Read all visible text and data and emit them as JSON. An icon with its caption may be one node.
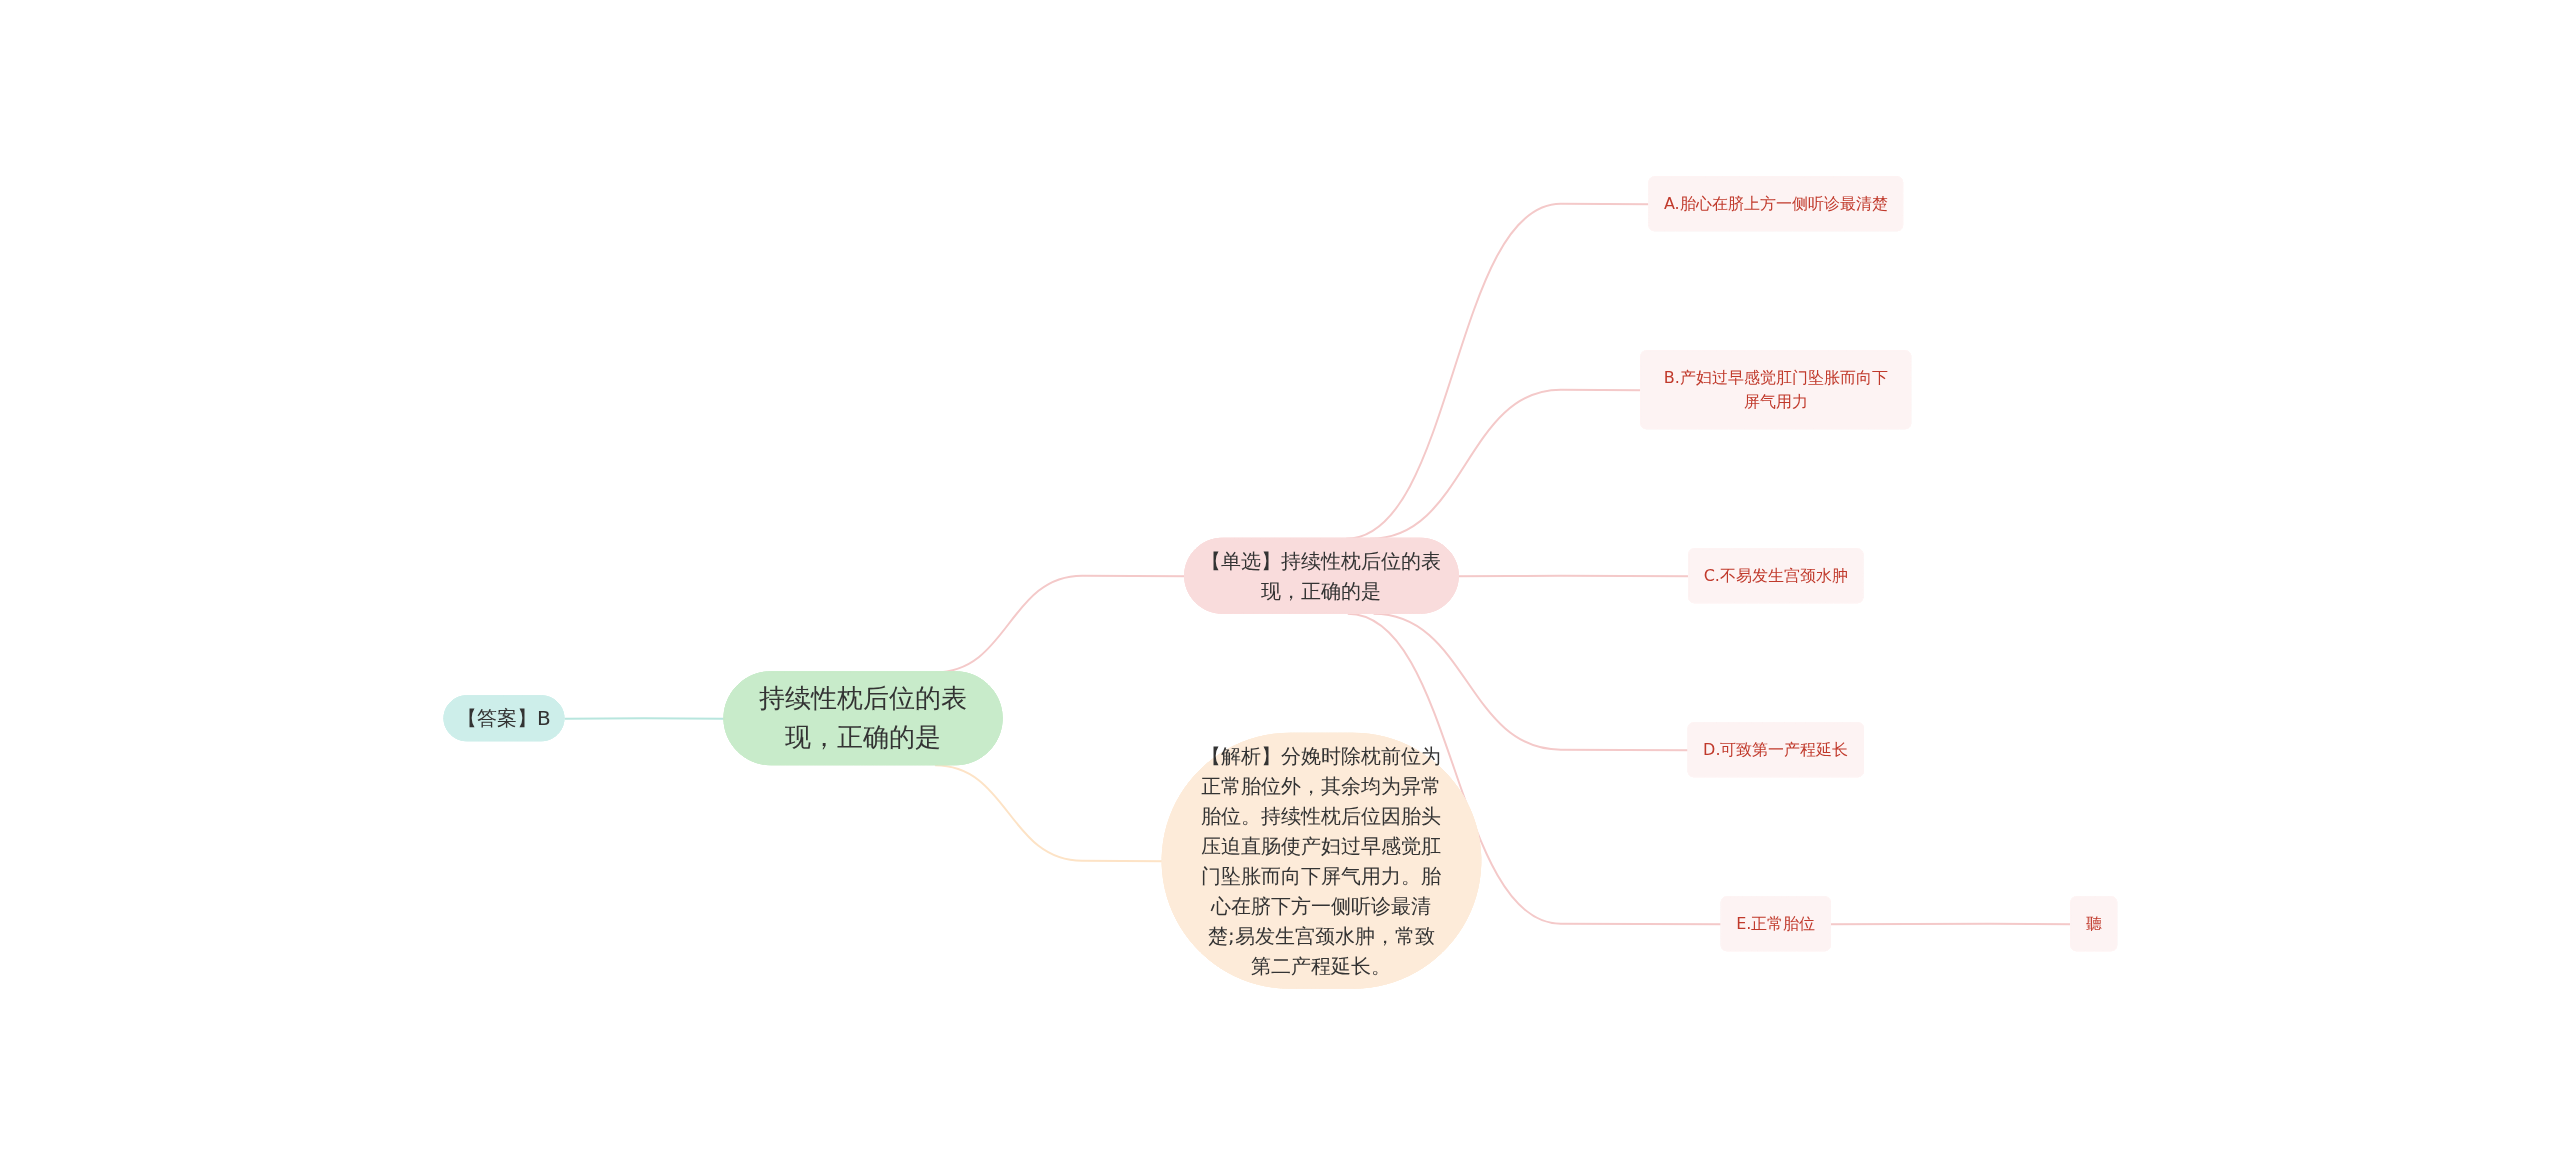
{
  "diagram": {
    "nodes": [
      {
        "text": [
          "持续性枕后位的表现，正确的是"
        ]
      },
      {
        "text": [
          "【答案】B"
        ]
      },
      {
        "text": [
          "【单选】持续性枕后位的表现，正确的是"
        ]
      },
      {
        "text": [
          "A.胎心在脐上方一侧听诊最清楚"
        ]
      },
      {
        "text": [
          "B.产妇过早感觉肛门坠胀而向下屏气用力"
        ]
      },
      {
        "text": [
          "C.不易发生宫颈水肿"
        ]
      },
      {
        "text": [
          "D.可致第一产程延长"
        ]
      },
      {
        "text": [
          "E.正常胎位"
        ]
      },
      {
        "text": [
          "聽"
        ]
      },
      {
        "text": [
          "【解析】分娩时除枕前位为正常胎位外，其余均为异常胎位。持续性枕后位因胎头压迫直肠使产妇过早感觉肛门坠胀而向下屏气用力。胎心在脐下方一侧听诊最清楚;易发生宫颈水肿，常致第二产程延长。"
        ]
      }
    ],
    "edges": [
      {
        "from": 0,
        "to": 1,
        "arrow": "none",
        "color": "#b8e6de"
      },
      {
        "from": 0,
        "to": 2,
        "arrow": "none"
      },
      {
        "from": 0,
        "to": 9,
        "arrow": "none",
        "color": "#fde3c6"
      },
      {
        "from": 2,
        "to": 3,
        "arrow": "none"
      },
      {
        "from": 2,
        "to": 4,
        "arrow": "none"
      },
      {
        "from": 2,
        "to": 5,
        "arrow": "none"
      },
      {
        "from": 2,
        "to": 6,
        "arrow": "none"
      },
      {
        "from": 2,
        "to": 7,
        "arrow": "none"
      },
      {
        "from": 7,
        "to": 8,
        "arrow": "none"
      }
    ]
  }
}
